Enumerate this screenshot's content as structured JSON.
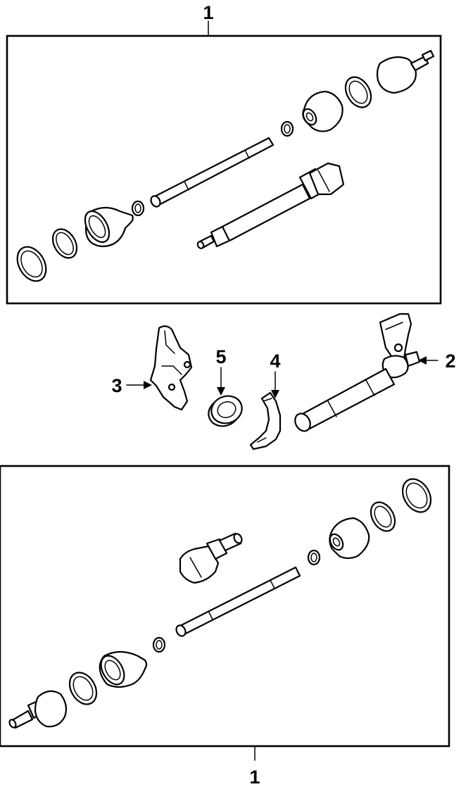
{
  "callouts": {
    "top_assembly": "1",
    "bottom_assembly": "1",
    "intermediate_shaft": "2",
    "bracket": "3",
    "clamp": "4",
    "bearing": "5"
  }
}
